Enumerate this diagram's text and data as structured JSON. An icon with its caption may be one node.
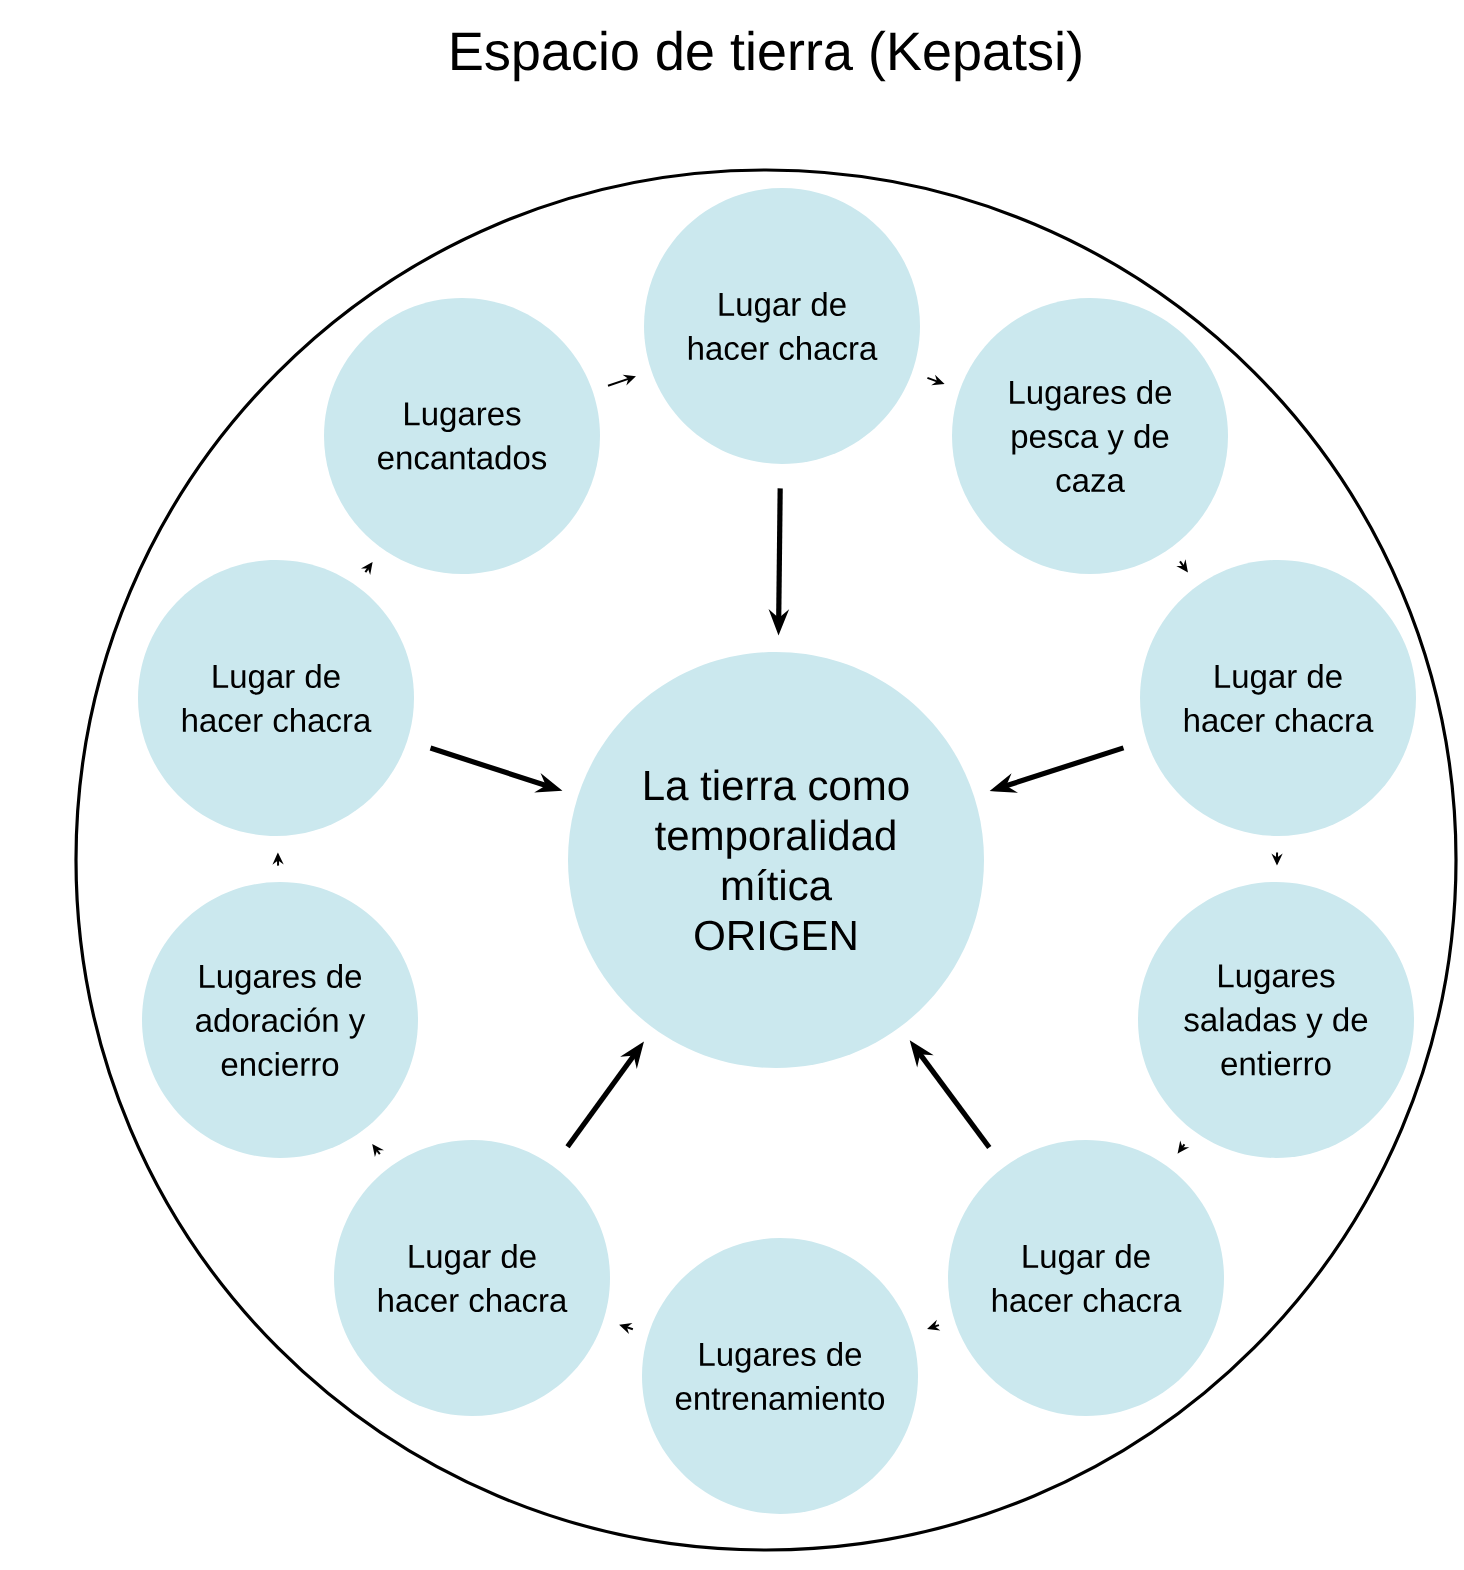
{
  "diagram": {
    "nodes": [
      {
        "text": [
          "Espacio de tierra (Kepatsi)"
        ]
      },
      {
        "text": [
          "Lugar de hacer chacra"
        ],
        "in": 0
      },
      {
        "text": [
          "Lugares encantados"
        ],
        "in": 0
      },
      {
        "text": [
          "Lugares de pesca y de caza"
        ],
        "in": 0
      },
      {
        "text": [
          "Lugar de hacer chacra"
        ],
        "in": 0
      },
      {
        "text": [
          "Lugar de hacer chacra"
        ],
        "in": 0
      },
      {
        "text": [
          "La tierra como temporalidad mítica",
          "ORIGEN"
        ],
        "in": 0
      },
      {
        "text": [
          "Lugares de adoración y encierro"
        ],
        "in": 0
      },
      {
        "text": [
          "Lugares saladas y de entierro"
        ],
        "in": 0
      },
      {
        "text": [
          "Lugar de hacer chacra"
        ],
        "in": 0
      },
      {
        "text": [
          "Lugar de hacer chacra"
        ],
        "in": 0
      },
      {
        "text": [
          "Lugares de entrenamiento"
        ],
        "in": 0
      }
    ],
    "edges": [
      {
        "from": 2,
        "to": 1,
        "arrow": "to"
      },
      {
        "from": 1,
        "to": 3,
        "arrow": "to"
      },
      {
        "from": 3,
        "to": 5,
        "arrow": "to"
      },
      {
        "from": 5,
        "to": 8,
        "arrow": "to"
      },
      {
        "from": 8,
        "to": 10,
        "arrow": "to"
      },
      {
        "from": 10,
        "to": 11,
        "arrow": "to"
      },
      {
        "from": 11,
        "to": 9,
        "arrow": "to"
      },
      {
        "from": 9,
        "to": 7,
        "arrow": "to"
      },
      {
        "from": 7,
        "to": 4,
        "arrow": "to"
      },
      {
        "from": 4,
        "to": 2,
        "arrow": "to"
      },
      {
        "from": 1,
        "to": 6,
        "arrow": "to",
        "style": "thick"
      },
      {
        "from": 4,
        "to": 6,
        "arrow": "to",
        "style": "thick"
      },
      {
        "from": 5,
        "to": 6,
        "arrow": "to",
        "style": "thick"
      },
      {
        "from": 9,
        "to": 6,
        "arrow": "to",
        "style": "thick"
      },
      {
        "from": 10,
        "to": 6,
        "arrow": "to",
        "style": "thick"
      }
    ]
  }
}
